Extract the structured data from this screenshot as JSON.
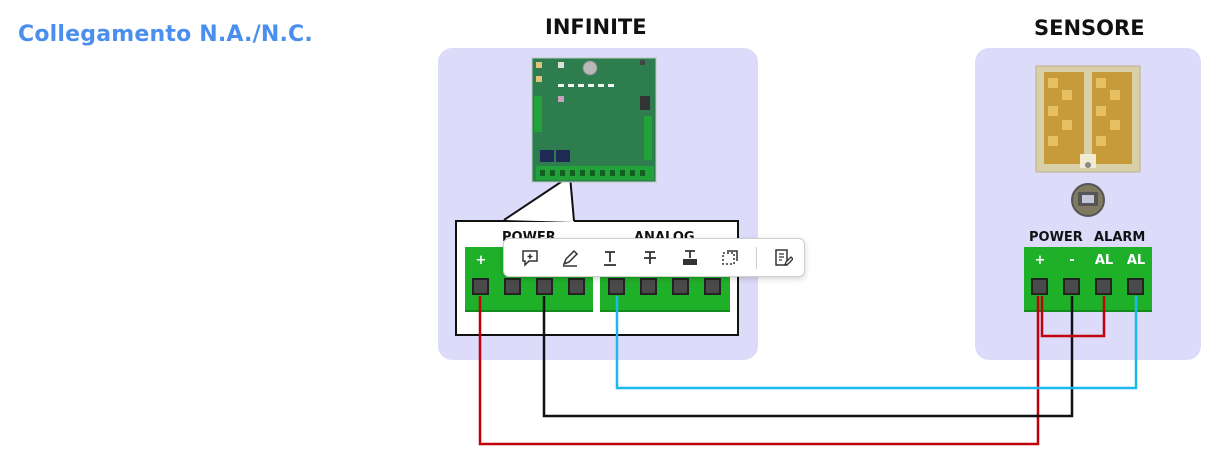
{
  "title": "Collegamento N.A./N.C.",
  "infinite": {
    "heading": "INFINITE",
    "power_label": "POWER",
    "analog_label": "ANALOG",
    "power_plus": "+"
  },
  "sensore": {
    "heading": "SENSORE",
    "power_label": "POWER",
    "alarm_label": "ALARM",
    "terminals": [
      "+",
      "-",
      "AL",
      "AL"
    ]
  },
  "toolbar": {
    "items": [
      "comment-icon",
      "highlight-pen-icon",
      "underline-icon",
      "strikethrough-icon",
      "text-highlight-icon",
      "area-select-icon",
      "notes-edit-icon"
    ]
  },
  "colors": {
    "panel": "#dcdcfa",
    "title": "#4a8ff0",
    "terminal": "#1fb02a",
    "wire_red": "#c0000a",
    "wire_black": "#111111",
    "wire_blue": "#1ab8ef",
    "pcb": "#2e7d4f"
  }
}
